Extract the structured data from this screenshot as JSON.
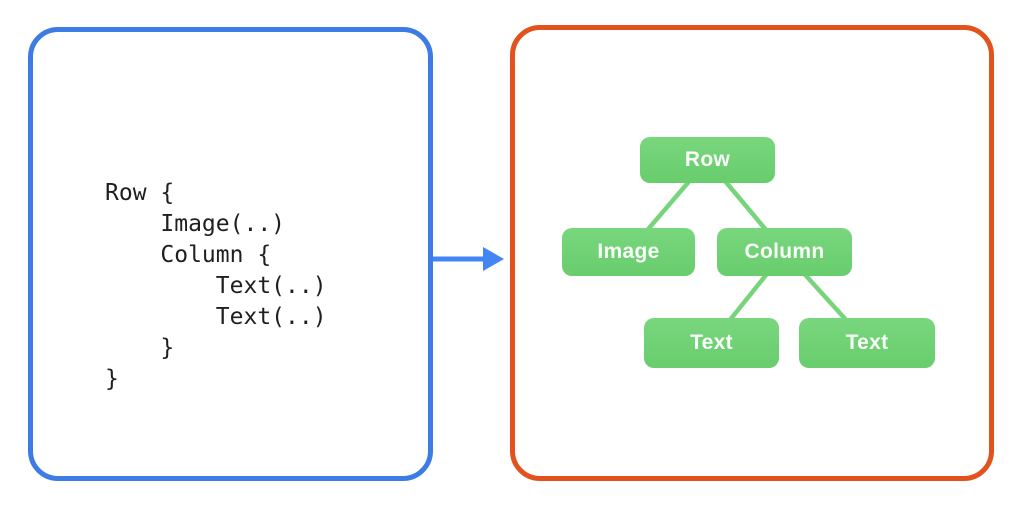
{
  "left_panel": {
    "code": "Row {\n    Image(..)\n    Column {\n        Text(..)\n        Text(..)\n    }\n}"
  },
  "right_panel": {
    "tree": {
      "nodes": [
        {
          "id": "row",
          "label": "Row"
        },
        {
          "id": "image",
          "label": "Image"
        },
        {
          "id": "column",
          "label": "Column"
        },
        {
          "id": "text1",
          "label": "Text"
        },
        {
          "id": "text2",
          "label": "Text"
        }
      ],
      "edges": [
        [
          "row",
          "image"
        ],
        [
          "row",
          "column"
        ],
        [
          "column",
          "text1"
        ],
        [
          "column",
          "text2"
        ]
      ]
    }
  },
  "colors": {
    "left_panel_border": "#3d7be5",
    "right_panel_border": "#e2521c",
    "arrow": "#4285f4",
    "node_fill": "#6dcf72",
    "edge_line": "#77d47b",
    "node_text": "#ffffff",
    "code_text": "#1f1f1f",
    "background": "#ffffff"
  }
}
